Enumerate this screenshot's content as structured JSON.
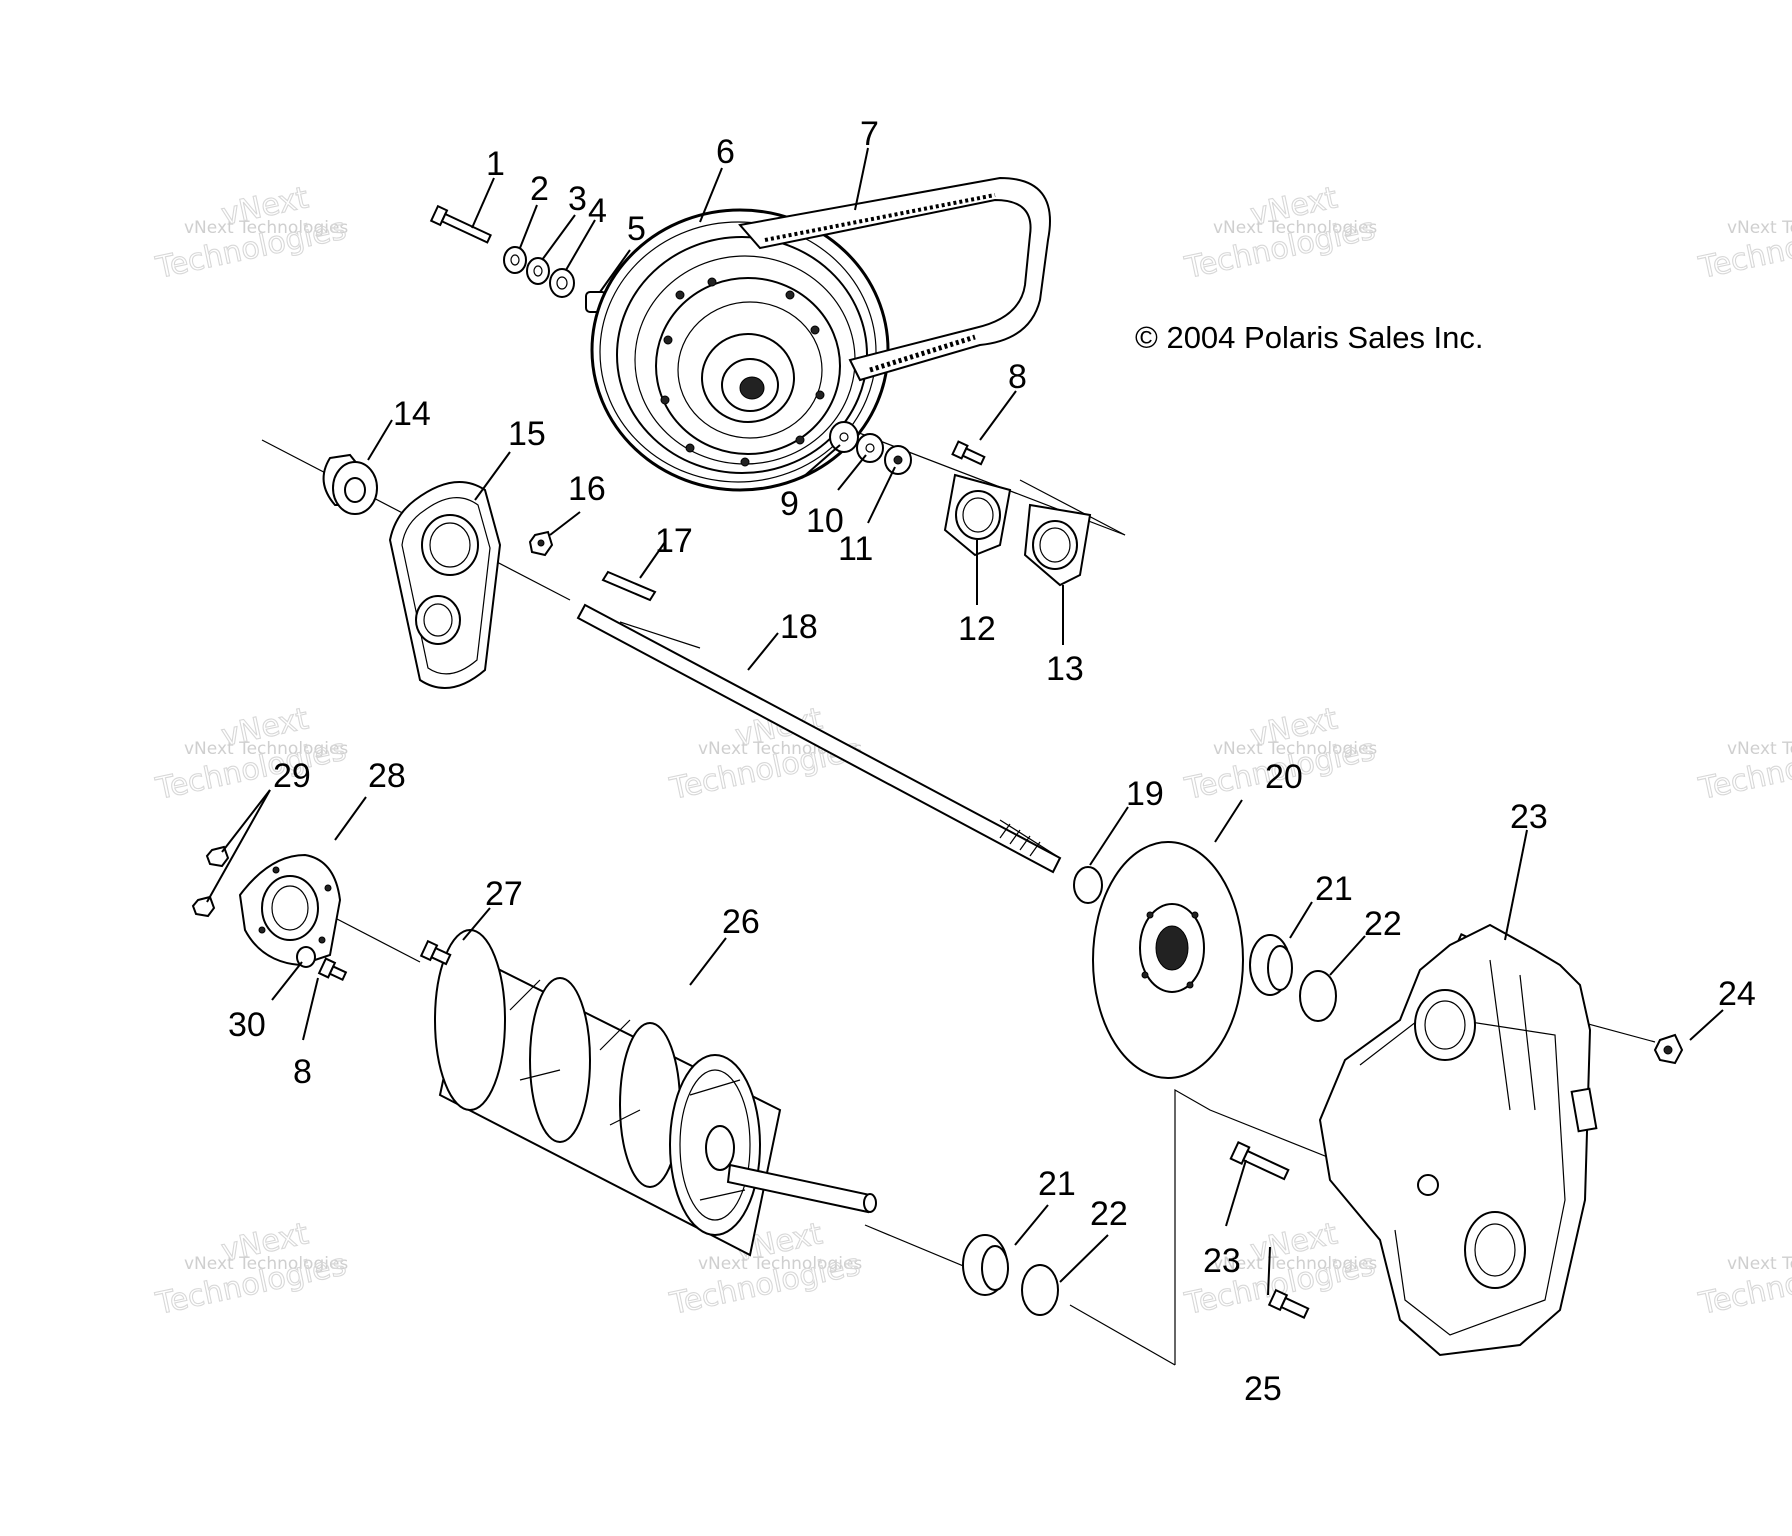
{
  "copyright": "© 2004 Polaris Sales Inc.",
  "watermark": {
    "line1": "vNext Technologies",
    "line2": "vNext",
    "line3": "Technologies"
  },
  "callouts": [
    "1",
    "2",
    "3",
    "4",
    "5",
    "6",
    "7",
    "8",
    "9",
    "10",
    "11",
    "12",
    "13",
    "14",
    "15",
    "16",
    "17",
    "18",
    "19",
    "20",
    "21",
    "22",
    "23",
    "24",
    "25",
    "26",
    "27",
    "28",
    "29",
    "30",
    "8",
    "21",
    "22",
    "23"
  ]
}
